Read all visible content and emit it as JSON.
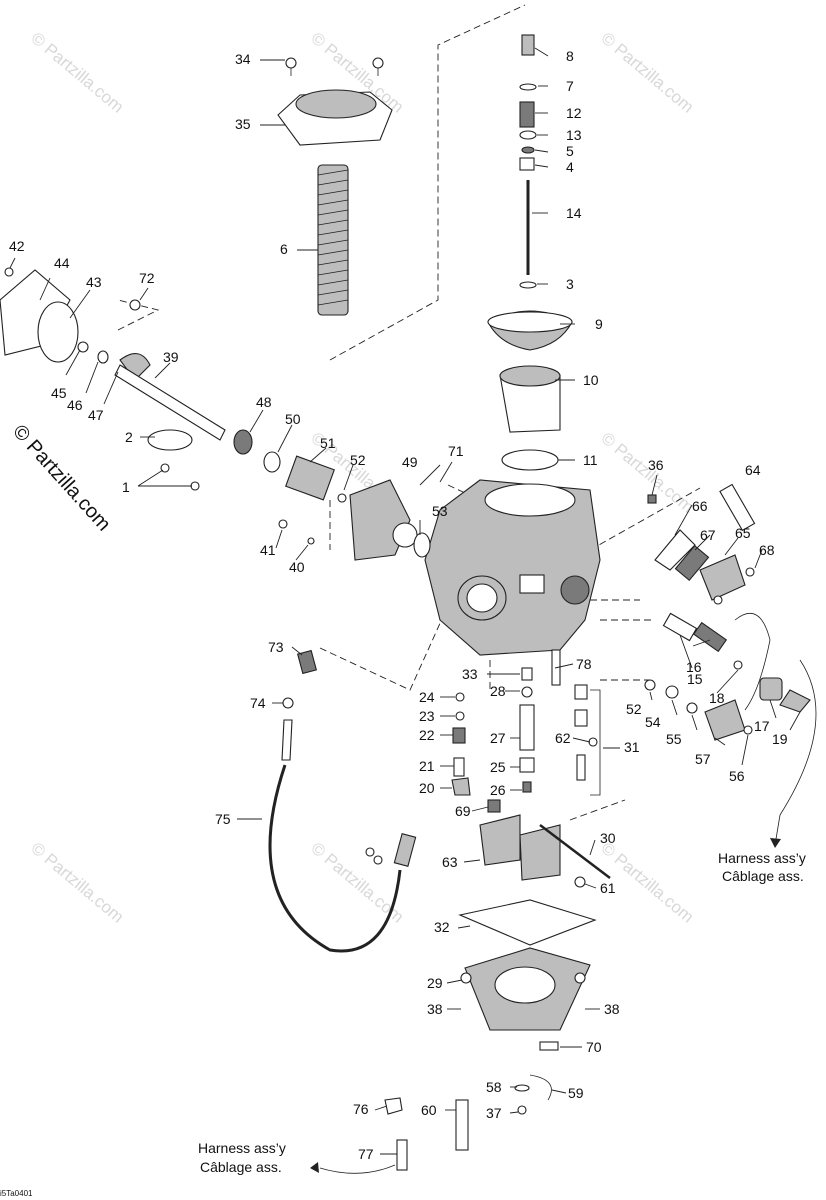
{
  "watermark": {
    "text": "© Partzilla.com",
    "side_text": "© Partzilla.com"
  },
  "notes": {
    "harness_right_en": "Harness ass’y",
    "harness_right_fr": "Câblage ass.",
    "harness_left_en": "Harness ass’y",
    "harness_left_fr": "Câblage ass."
  },
  "figure_code": "i5Ta0401",
  "callouts": {
    "c1": "1",
    "c2": "2",
    "c3a": "3",
    "c4": "4",
    "c5": "5",
    "c6": "6",
    "c7": "7",
    "c8": "8",
    "c9": "9",
    "c10": "10",
    "c11": "11",
    "c12": "12",
    "c13": "13",
    "c14": "14",
    "c15": "15",
    "c16": "16",
    "c17": "17",
    "c18": "18",
    "c19": "19",
    "c20": "20",
    "c21": "21",
    "c22": "22",
    "c23": "23",
    "c24": "24",
    "c25": "25",
    "c26": "26",
    "c27": "27",
    "c28": "28",
    "c29": "29",
    "c30": "30",
    "c31": "31",
    "c32": "32",
    "c33": "33",
    "c34": "34",
    "c35": "35",
    "c36": "36",
    "c37": "37",
    "c38a": "38",
    "c38b": "38",
    "c39": "39",
    "c40": "40",
    "c41": "41",
    "c42": "42",
    "c43": "43",
    "c44": "44",
    "c45": "45",
    "c46": "46",
    "c47": "47",
    "c48": "48",
    "c49": "49",
    "c50": "50",
    "c51": "51",
    "c52a": "52",
    "c52b": "52",
    "c53": "53",
    "c54": "54",
    "c55": "55",
    "c56": "56",
    "c57": "57",
    "c58": "58",
    "c59": "59",
    "c60": "60",
    "c61": "61",
    "c62": "62",
    "c63": "63",
    "c64": "64",
    "c65": "65",
    "c66": "66",
    "c67": "67",
    "c68": "68",
    "c69": "69",
    "c70": "70",
    "c71": "71",
    "c72": "72",
    "c73": "73",
    "c74": "74",
    "c75": "75",
    "c76": "76",
    "c77": "77",
    "c78": "78"
  }
}
